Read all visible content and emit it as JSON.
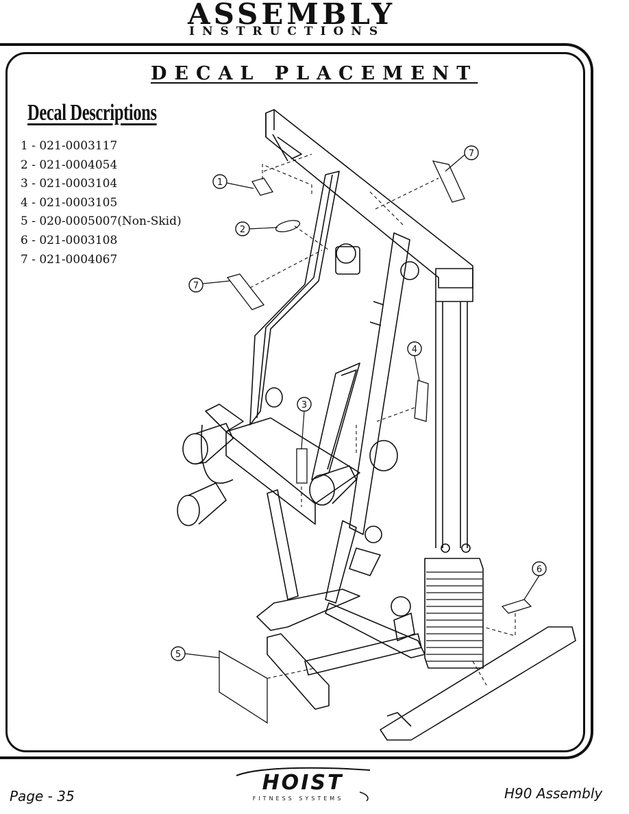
{
  "header": {
    "title": "ASSEMBLY",
    "subtitle": "INSTRUCTIONS"
  },
  "section_title": "DECAL PLACEMENT",
  "decal_heading": "Decal Descriptions",
  "decals": [
    "1 - 021-0003117",
    "2 - 021-0004054",
    "3 - 021-0003104",
    "4 - 021-0003105",
    "5 - 020-0005007(Non-Skid)",
    "6 - 021-0003108",
    "7 - 021-0004067"
  ],
  "callouts": [
    "1",
    "2",
    "7",
    "7",
    "4",
    "3",
    "5",
    "6"
  ],
  "footer": {
    "page": "Page - 35",
    "model": "H90 Assembly",
    "brand": "HOIST",
    "brand_tagline": "FITNESS SYSTEMS"
  }
}
